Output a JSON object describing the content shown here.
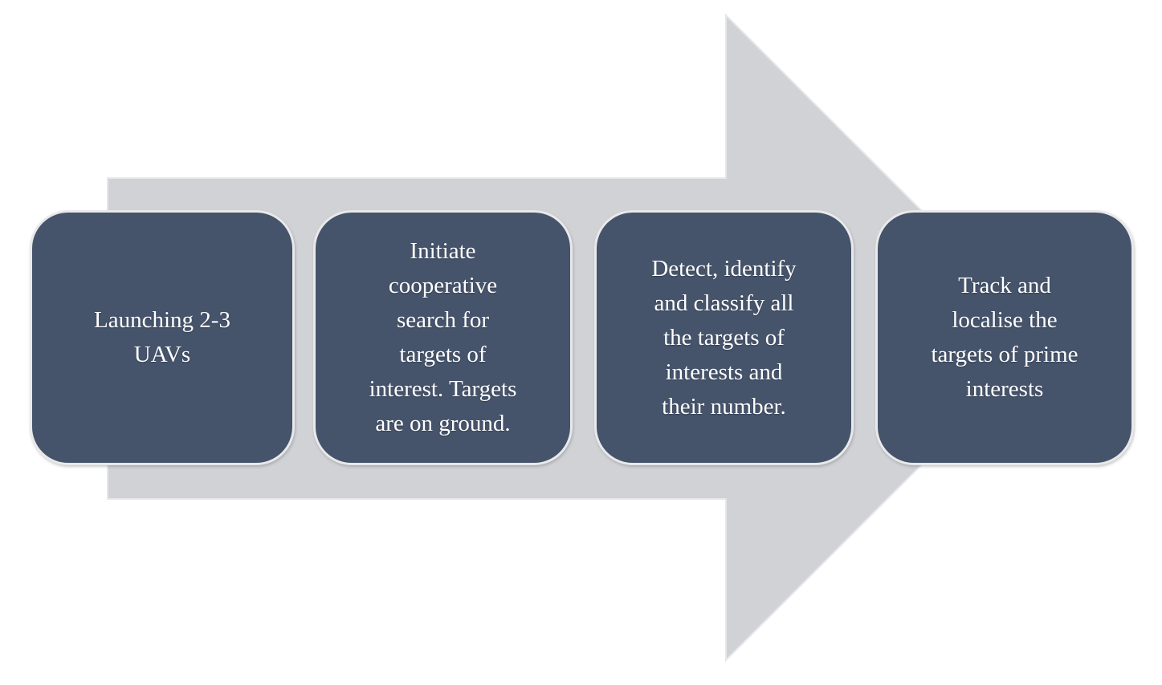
{
  "diagram": {
    "type": "process-arrow",
    "direction": "right",
    "colors": {
      "arrow_fill": "#D0D2D6",
      "arrow_edge": "#E6E7E9",
      "box_fill": "#45536B",
      "box_border": "#E9E9EA",
      "text": "#FFFFFF",
      "background": "#FFFFFF"
    },
    "steps": [
      {
        "id": 1,
        "lines": [
          "Launching 2-3",
          "UAVs"
        ],
        "text": "Launching 2-3 UAVs"
      },
      {
        "id": 2,
        "lines": [
          "Initiate",
          "cooperative",
          "search for",
          "targets of",
          "interest. Targets",
          "are on ground."
        ],
        "text": "Initiate cooperative search for targets of interest. Targets are on ground."
      },
      {
        "id": 3,
        "lines": [
          "Detect, identify",
          "and classify all",
          "the targets of",
          "interests and",
          "their number."
        ],
        "text": "Detect, identify and classify all the targets of interests and their number."
      },
      {
        "id": 4,
        "lines": [
          "Track and",
          "localise the",
          "targets of prime",
          "interests"
        ],
        "text": "Track and localise the targets of prime interests"
      }
    ]
  }
}
